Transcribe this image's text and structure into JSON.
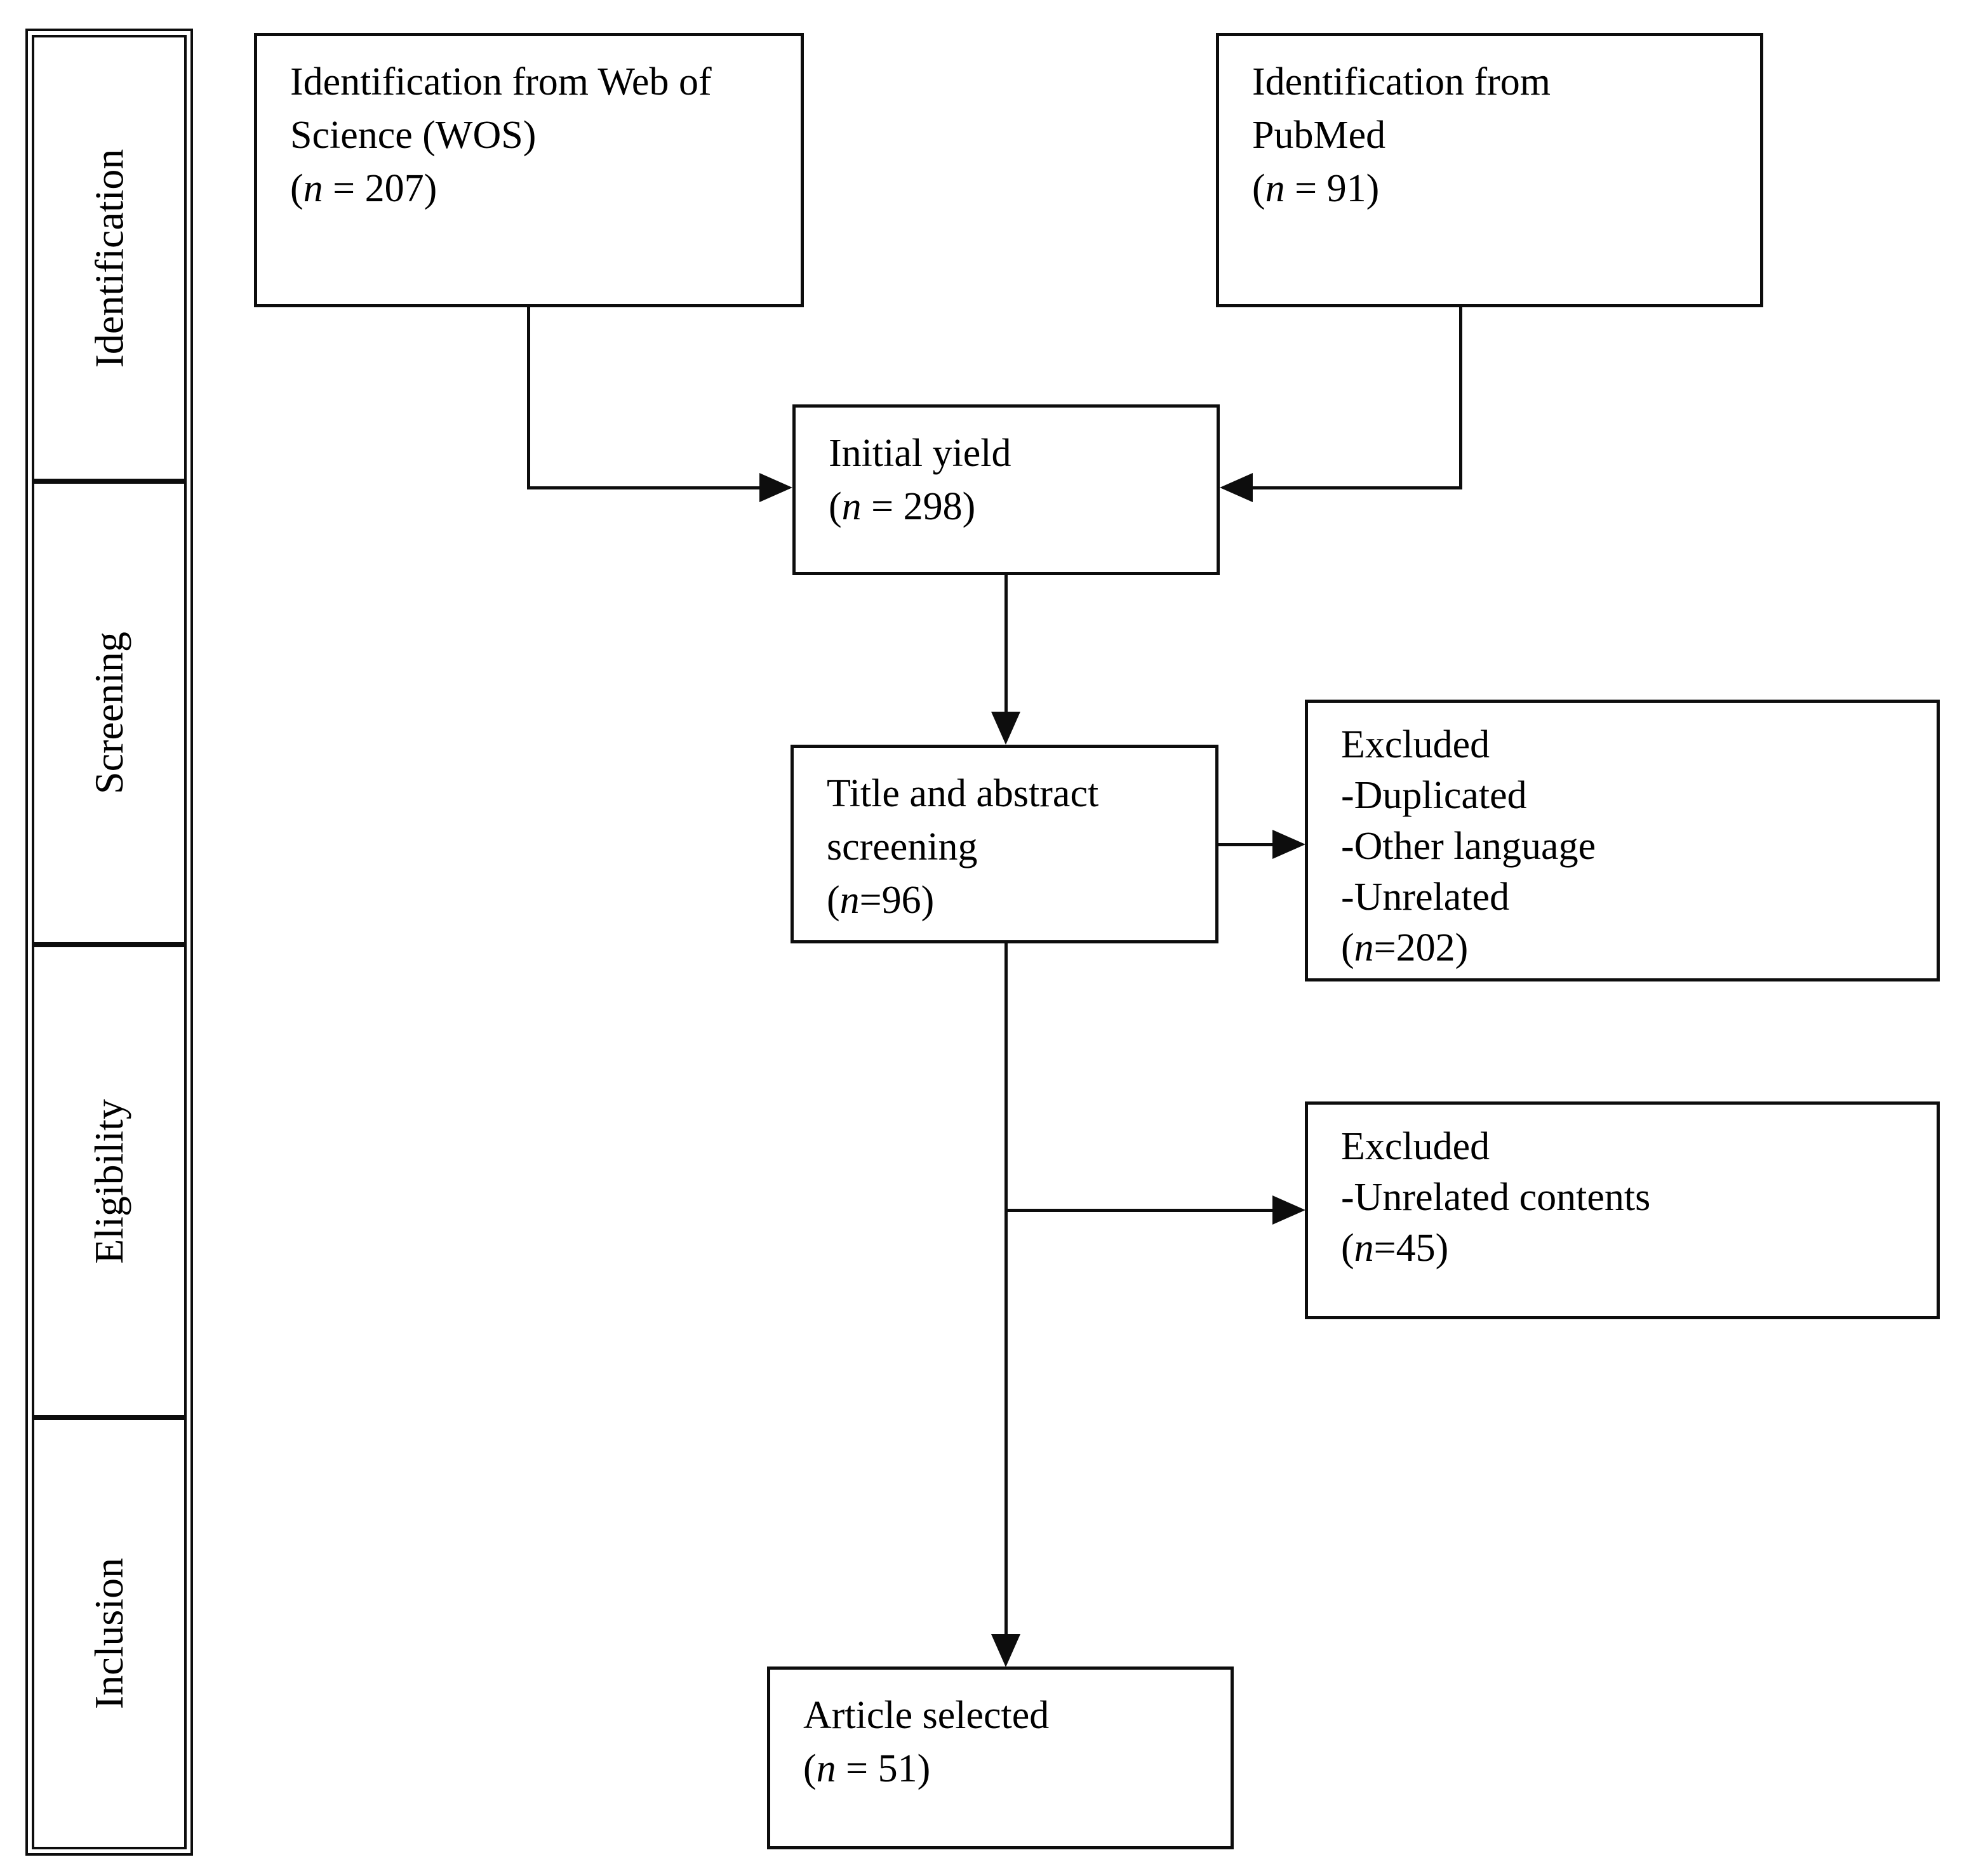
{
  "page": {
    "background": "#ffffff",
    "line_color": "#0d0d0d"
  },
  "sidebar": {
    "items": [
      {
        "label": "Identification"
      },
      {
        "label": "Screening"
      },
      {
        "label": "Eligibility"
      },
      {
        "label": "Inclusion"
      }
    ]
  },
  "boxes": {
    "wos": {
      "line1": "Identification from Web of",
      "line2": "Science (WOS)",
      "count_open": "(",
      "count_var": "n",
      "count_rest": " = 207)"
    },
    "pubmed": {
      "line1": "Identification from",
      "line2": "PubMed",
      "count_open": "(",
      "count_var": "n",
      "count_rest": " = 91)"
    },
    "initial_yield": {
      "line1": "Initial yield",
      "count_open": "(",
      "count_var": "n",
      "count_rest": " = 298)"
    },
    "screening": {
      "line1": "Title and abstract",
      "line2": "screening",
      "count_open": "(",
      "count_var": "n",
      "count_rest": "=96)"
    },
    "excluded_screening": {
      "title": "Excluded",
      "items": [
        "-Duplicated",
        "-Other language",
        "-Unrelated"
      ],
      "count_open": "(",
      "count_var": "n",
      "count_rest": "=202)"
    },
    "excluded_eligibility": {
      "title": "Excluded",
      "items": [
        "-Unrelated contents"
      ],
      "count_open": "(",
      "count_var": "n",
      "count_rest": "=45)"
    },
    "selected": {
      "line1": "Article selected",
      "count_open": "(",
      "count_var": "n",
      "count_rest": " = 51)"
    }
  }
}
